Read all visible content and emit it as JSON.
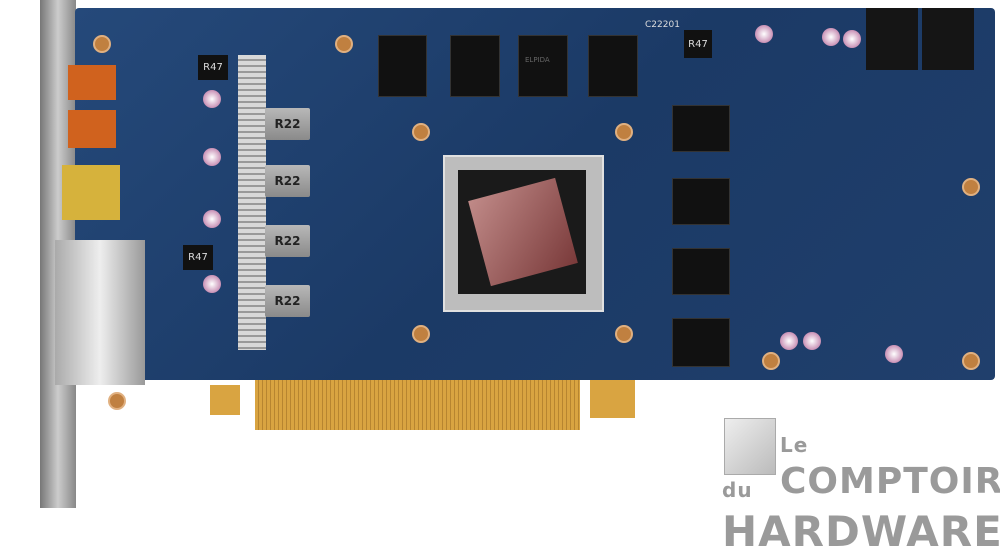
{
  "board_labels": {
    "r47_top": "R47",
    "r47_mid": "R47",
    "r47_right": "R47",
    "r22": [
      "R22",
      "R22",
      "R22",
      "R22"
    ],
    "code": "C22201",
    "memory_brand": "ELPIDA"
  },
  "watermark": {
    "line1_small": "Le",
    "line1": "COMPTOIR",
    "line2_small": "du",
    "line2": "HARDWARE"
  },
  "colors": {
    "pcb": "#1e3f6e",
    "gold": "#d9a441",
    "heatsink": "#c8c8c8"
  }
}
